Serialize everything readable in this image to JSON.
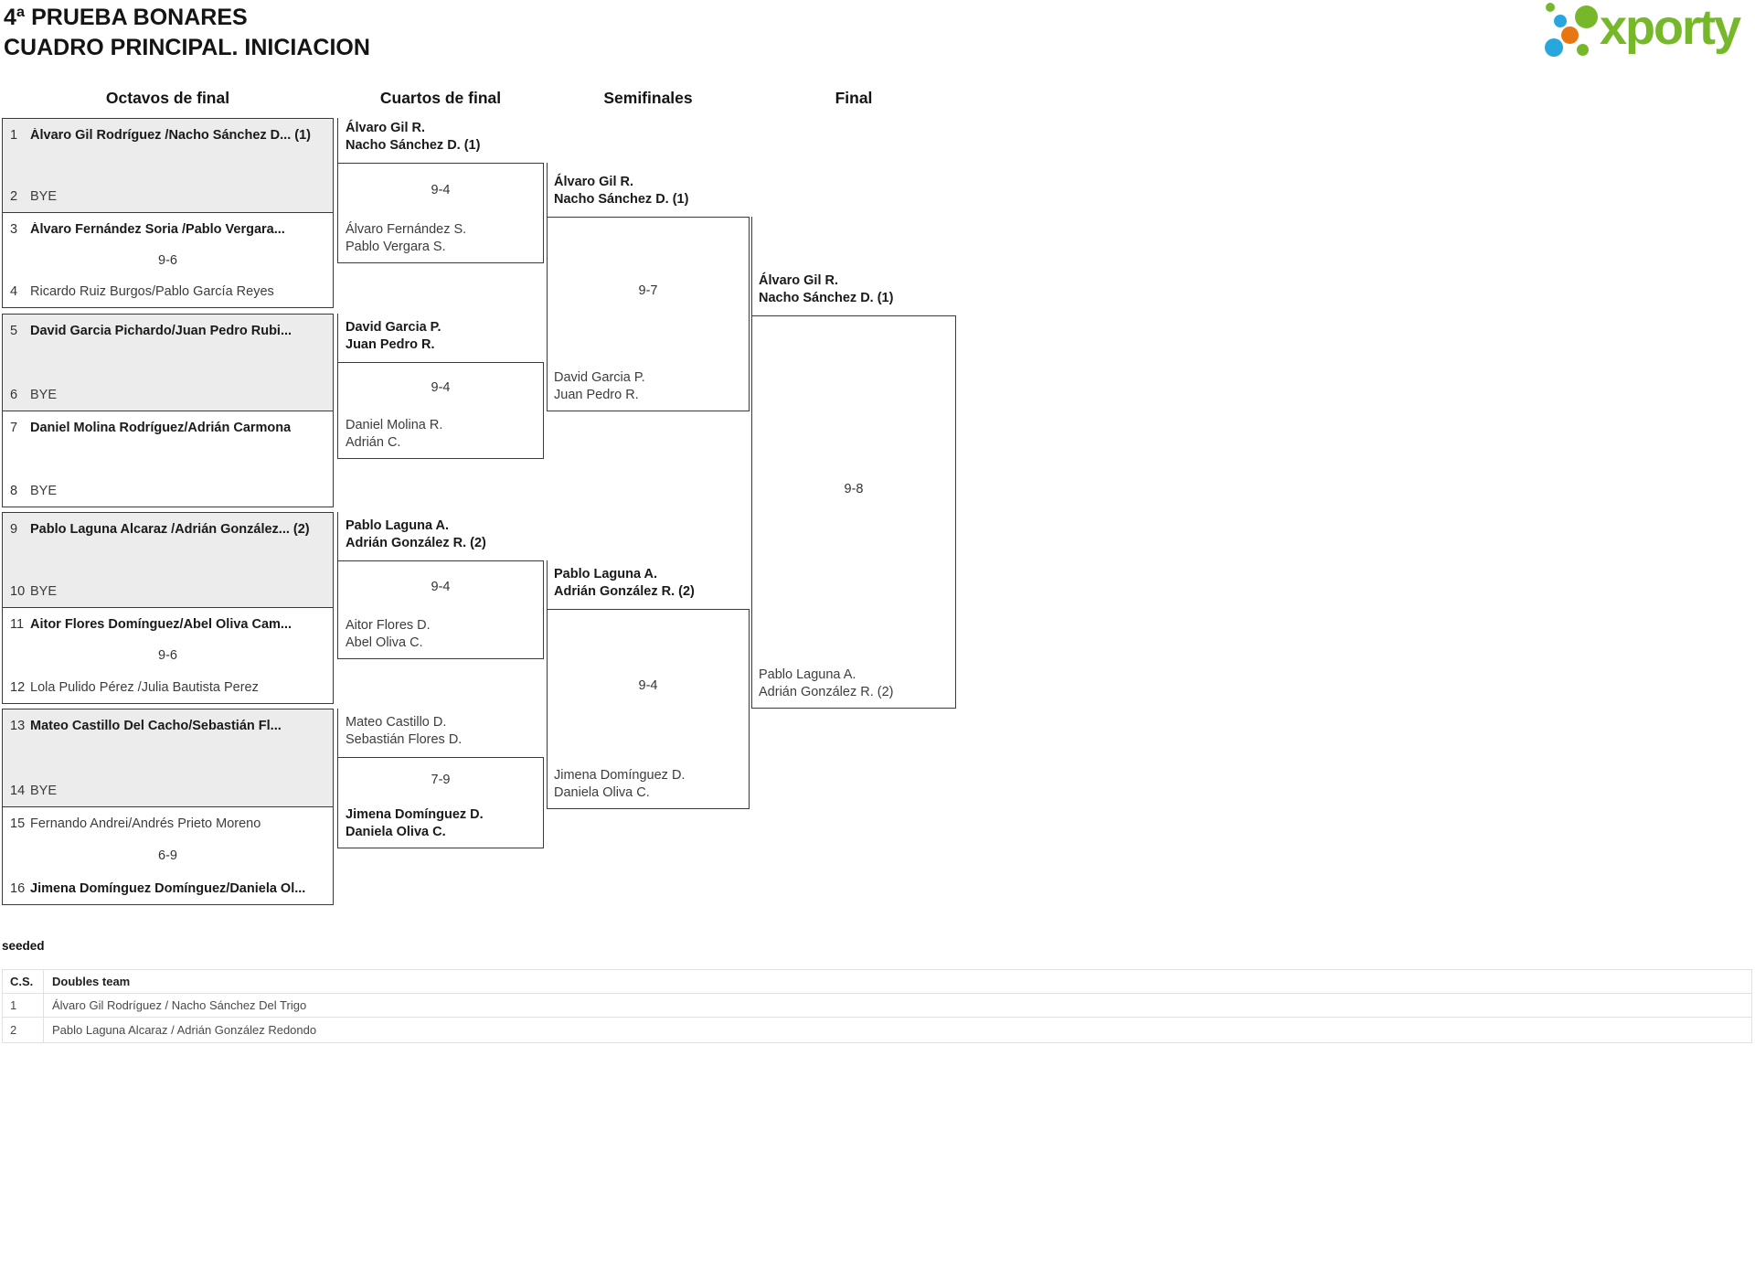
{
  "header": {
    "title_line1": "4ª PRUEBA BONARES",
    "title_line2": "CUADRO PRINCIPAL. INICIACION",
    "logo_text": "xporty"
  },
  "colors": {
    "logo_green": "#76b82a",
    "logo_blue": "#2aa6df",
    "logo_orange": "#e87611",
    "bracket_border": "#3a3a3a",
    "shaded_box": "#ececec"
  },
  "rounds": [
    "Octavos de final",
    "Cuartos de final",
    "Semifinales",
    "Final"
  ],
  "bracket": {
    "octavos": {
      "pairs": [
        {
          "a_seed": "1",
          "a_name": "Álvaro Gil Rodríguez /Nacho Sánchez D... (1)",
          "b_seed": "2",
          "b_name": "BYE",
          "score": ""
        },
        {
          "a_seed": "3",
          "a_name": "Álvaro Fernández Soria /Pablo Vergara...",
          "b_seed": "4",
          "b_name": "Ricardo Ruiz Burgos/Pablo García Reyes",
          "score": "9-6"
        },
        {
          "a_seed": "5",
          "a_name": "David Garcia Pichardo/Juan Pedro Rubi...",
          "b_seed": "6",
          "b_name": "BYE",
          "score": ""
        },
        {
          "a_seed": "7",
          "a_name": "Daniel Molina Rodríguez/Adrián Carmona",
          "b_seed": "8",
          "b_name": "BYE",
          "score": ""
        },
        {
          "a_seed": "9",
          "a_name": "Pablo Laguna Alcaraz /Adrián González... (2)",
          "b_seed": "10",
          "b_name": "BYE",
          "score": ""
        },
        {
          "a_seed": "11",
          "a_name": "Aitor Flores Domínguez/Abel Oliva Cam...",
          "b_seed": "12",
          "b_name": "Lola Pulido Pérez /Julia Bautista Perez",
          "score": "9-6"
        },
        {
          "a_seed": "13",
          "a_name": "Mateo Castillo Del Cacho/Sebastián Fl...",
          "b_seed": "14",
          "b_name": "BYE",
          "score": ""
        },
        {
          "a_seed": "15",
          "a_name": "Fernando Andrei/Andrés Prieto Moreno",
          "b_seed": "16",
          "b_name": "Jimena Domínguez Domínguez/Daniela Ol...",
          "score": "6-9"
        }
      ]
    },
    "cuartos": [
      {
        "top_l1": "Álvaro Gil R.",
        "top_l2": "Nacho Sánchez D. (1)",
        "score": "9-4",
        "bottom_l1": "Álvaro Fernández S.",
        "bottom_l2": "Pablo Vergara S."
      },
      {
        "top_l1": "David Garcia P.",
        "top_l2": "Juan Pedro R.",
        "score": "9-4",
        "bottom_l1": "Daniel Molina R.",
        "bottom_l2": "Adrián C."
      },
      {
        "top_l1": "Pablo Laguna A.",
        "top_l2": "Adrián González R. (2)",
        "score": "9-4",
        "bottom_l1": "Aitor Flores D.",
        "bottom_l2": "Abel Oliva C."
      },
      {
        "top_l1": "Mateo Castillo D.",
        "top_l2": "Sebastián Flores D.",
        "score": "7-9",
        "bottom_l1": "Jimena Domínguez D.",
        "bottom_l2": "Daniela Oliva C."
      }
    ],
    "semifinales": [
      {
        "top_l1": "Álvaro Gil R.",
        "top_l2": "Nacho Sánchez D. (1)",
        "score": "9-7",
        "bottom_l1": "David Garcia P.",
        "bottom_l2": "Juan Pedro R."
      },
      {
        "top_l1": "Pablo Laguna A.",
        "top_l2": "Adrián González R. (2)",
        "score": "9-4",
        "bottom_l1": "Jimena Domínguez D.",
        "bottom_l2": "Daniela Oliva C."
      }
    ],
    "final": {
      "top_l1": "Álvaro Gil R.",
      "top_l2": "Nacho Sánchez D. (1)",
      "score": "9-8",
      "bottom_l1": "Pablo Laguna A.",
      "bottom_l2": "Adrián González R. (2)"
    }
  },
  "seeded": {
    "label": "seeded",
    "columns": [
      "C.S.",
      "Doubles team"
    ],
    "rows": [
      [
        "1",
        "Álvaro Gil Rodríguez / Nacho Sánchez Del Trigo"
      ],
      [
        "2",
        "Pablo Laguna Alcaraz / Adrián González Redondo"
      ]
    ]
  }
}
